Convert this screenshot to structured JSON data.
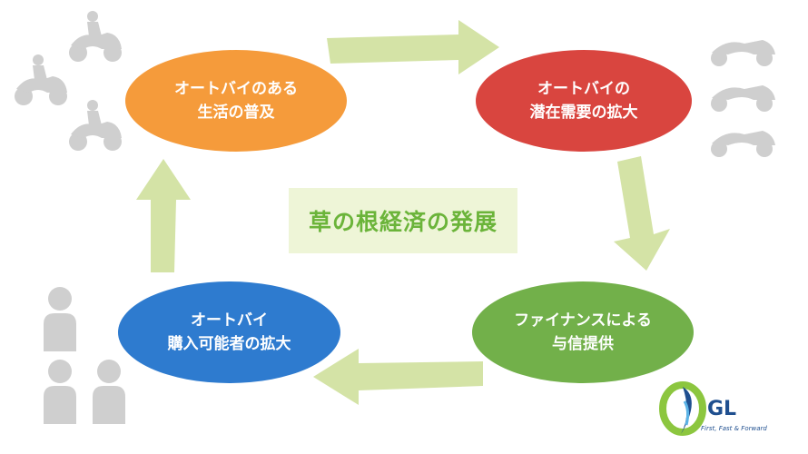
{
  "diagram": {
    "center": "草の根経済の発展",
    "nodes": [
      {
        "id": "top-left",
        "text": "オートバイのある\n生活の普及",
        "color": "#f59b3b"
      },
      {
        "id": "top-right",
        "text": "オートバイの\n潜在需要の拡大",
        "color": "#d9453f"
      },
      {
        "id": "bottom-right",
        "text": "ファイナンスによる\n与信提供",
        "color": "#72b04a"
      },
      {
        "id": "bottom-left",
        "text": "オートバイ\n購入可能者の拡大",
        "color": "#2e7bcf"
      }
    ],
    "arrow_color": "#d4e3a6",
    "icon_color": "#cfcfcf"
  },
  "logo": {
    "text": "GL",
    "tagline": "First, Fast & Forward",
    "icon": "gl-logo-icon"
  }
}
